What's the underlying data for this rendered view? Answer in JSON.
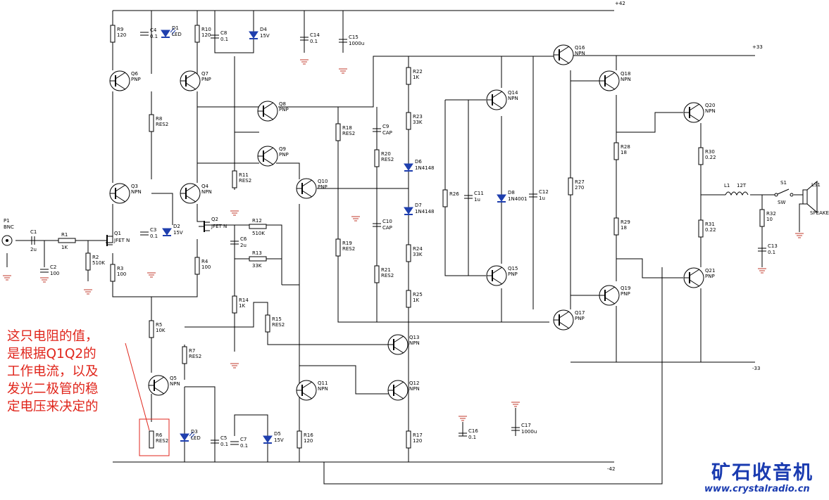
{
  "annotation": {
    "text": "这只电阻的值，\n是根据Q1Q2的\n工作电流，以及\n发光二极管的稳\n定电压来决定的",
    "color": "#e0261c"
  },
  "watermark": {
    "logo": "矿石收音机",
    "url": "www.crystalradio.cn",
    "color": "#1a3bb0"
  },
  "rails": [
    "+42",
    "+33",
    "-33",
    "-42"
  ],
  "input_connector": {
    "ref": "P1",
    "type": "BNC"
  },
  "speaker": {
    "ref": "LS1",
    "type": "SPEAKER"
  },
  "switch": {
    "ref": "S1",
    "type": "SW"
  },
  "inductor": {
    "ref": "L1",
    "value": "12T"
  },
  "components": [
    {
      "ref": "R9",
      "value": "120"
    },
    {
      "ref": "C4",
      "value": "0.1"
    },
    {
      "ref": "D1",
      "value": "LED"
    },
    {
      "ref": "R10",
      "value": "120"
    },
    {
      "ref": "C8",
      "value": "0.1"
    },
    {
      "ref": "D4",
      "value": "15V"
    },
    {
      "ref": "C14",
      "value": "0.1"
    },
    {
      "ref": "C15",
      "value": "1000u"
    },
    {
      "ref": "Q6",
      "value": "PNP"
    },
    {
      "ref": "Q7",
      "value": "PNP"
    },
    {
      "ref": "R8",
      "value": "RES2"
    },
    {
      "ref": "Q8",
      "value": "PNP"
    },
    {
      "ref": "Q9",
      "value": "PNP"
    },
    {
      "ref": "R11",
      "value": "RES2"
    },
    {
      "ref": "Q3",
      "value": "NPN"
    },
    {
      "ref": "Q4",
      "value": "NPN"
    },
    {
      "ref": "C3",
      "value": "0.1"
    },
    {
      "ref": "D2",
      "value": "15V"
    },
    {
      "ref": "Q2",
      "value": "JFET N"
    },
    {
      "ref": "Q1",
      "value": "JFET N"
    },
    {
      "ref": "C1",
      "value": "2u"
    },
    {
      "ref": "C2",
      "value": "100"
    },
    {
      "ref": "R1",
      "value": "1K"
    },
    {
      "ref": "R2",
      "value": "510K"
    },
    {
      "ref": "R3",
      "value": "100"
    },
    {
      "ref": "R4",
      "value": "100"
    },
    {
      "ref": "C6",
      "value": "2u"
    },
    {
      "ref": "R12",
      "value": "510K"
    },
    {
      "ref": "R13",
      "value": "33K"
    },
    {
      "ref": "R14",
      "value": "1K"
    },
    {
      "ref": "R5",
      "value": "10K"
    },
    {
      "ref": "R15",
      "value": "RES2"
    },
    {
      "ref": "R7",
      "value": "RES2"
    },
    {
      "ref": "Q5",
      "value": "NPN"
    },
    {
      "ref": "R6",
      "value": "RES2"
    },
    {
      "ref": "D3",
      "value": "LED"
    },
    {
      "ref": "C5",
      "value": "0.1"
    },
    {
      "ref": "C7",
      "value": "0.1"
    },
    {
      "ref": "D5",
      "value": "15V"
    },
    {
      "ref": "Q10",
      "value": "PNP"
    },
    {
      "ref": "Q11",
      "value": "NPN"
    },
    {
      "ref": "R16",
      "value": "120"
    },
    {
      "ref": "R18",
      "value": "RES2"
    },
    {
      "ref": "R19",
      "value": "RES2"
    },
    {
      "ref": "C9",
      "value": "CAP"
    },
    {
      "ref": "R20",
      "value": "RES2"
    },
    {
      "ref": "C10",
      "value": "CAP"
    },
    {
      "ref": "R21",
      "value": "RES2"
    },
    {
      "ref": "R22",
      "value": "1K"
    },
    {
      "ref": "R23",
      "value": "33K"
    },
    {
      "ref": "D6",
      "value": "1N4148"
    },
    {
      "ref": "D7",
      "value": "1N4148"
    },
    {
      "ref": "R24",
      "value": "33K"
    },
    {
      "ref": "R25",
      "value": "1K"
    },
    {
      "ref": "Q13",
      "value": "NPN"
    },
    {
      "ref": "Q12",
      "value": "NPN"
    },
    {
      "ref": "R17",
      "value": "120"
    },
    {
      "ref": "Q14",
      "value": "NPN"
    },
    {
      "ref": "Q15",
      "value": "PNP"
    },
    {
      "ref": "R26",
      "value": ""
    },
    {
      "ref": "C11",
      "value": "1u"
    },
    {
      "ref": "D8",
      "value": "1N4001"
    },
    {
      "ref": "C12",
      "value": "1u"
    },
    {
      "ref": "C16",
      "value": "0.1"
    },
    {
      "ref": "C17",
      "value": "1000u"
    },
    {
      "ref": "Q16",
      "value": "NPN"
    },
    {
      "ref": "Q17",
      "value": "PNP"
    },
    {
      "ref": "R27",
      "value": "270"
    },
    {
      "ref": "Q18",
      "value": "NPN"
    },
    {
      "ref": "Q19",
      "value": "PNP"
    },
    {
      "ref": "R28",
      "value": "18"
    },
    {
      "ref": "R29",
      "value": "18"
    },
    {
      "ref": "Q20",
      "value": "NPN"
    },
    {
      "ref": "Q21",
      "value": "PNP"
    },
    {
      "ref": "R30",
      "value": "0.22"
    },
    {
      "ref": "R31",
      "value": "0.22"
    },
    {
      "ref": "R32",
      "value": "10"
    },
    {
      "ref": "C13",
      "value": "0.1"
    }
  ]
}
